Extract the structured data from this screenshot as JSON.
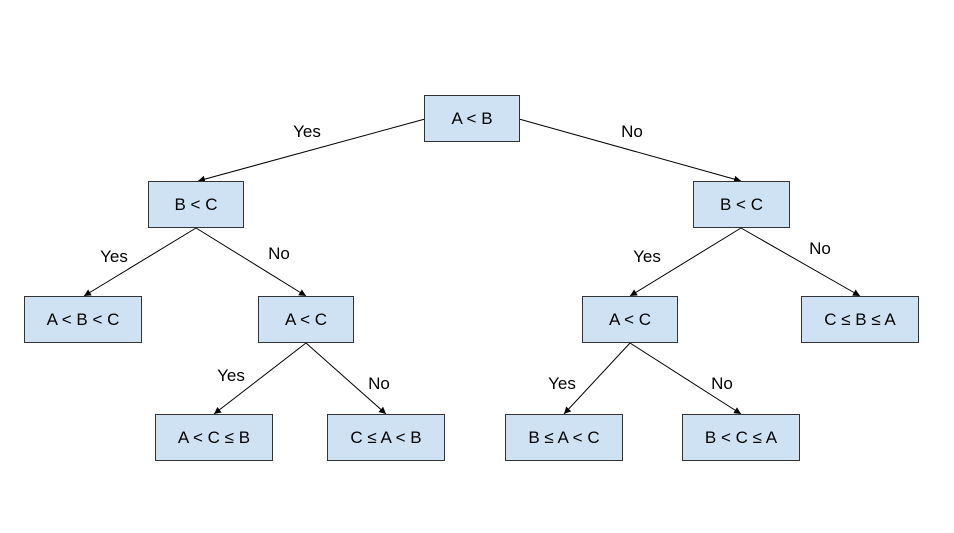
{
  "colors": {
    "node_fill": "#cfe2f3",
    "node_border": "#333333",
    "edge": "#000000"
  },
  "nodes": {
    "root": "A < B",
    "left_bc": "B < C",
    "right_bc": "B < C",
    "leaf_abc": "A < B < C",
    "left_ac": "A < C",
    "right_ac": "A < C",
    "leaf_cba": "C ≤ B ≤ A",
    "leaf_acb": "A < C ≤ B",
    "leaf_cab": "C ≤ A < B",
    "leaf_bac": "B ≤ A < C",
    "leaf_bca": "B < C ≤ A"
  },
  "edges": {
    "root_yes": "Yes",
    "root_no": "No",
    "left_bc_yes": "Yes",
    "left_bc_no": "No",
    "left_ac_yes": "Yes",
    "left_ac_no": "No",
    "right_bc_yes": "Yes",
    "right_bc_no": "No",
    "right_ac_yes": "Yes",
    "right_ac_no": "No"
  }
}
